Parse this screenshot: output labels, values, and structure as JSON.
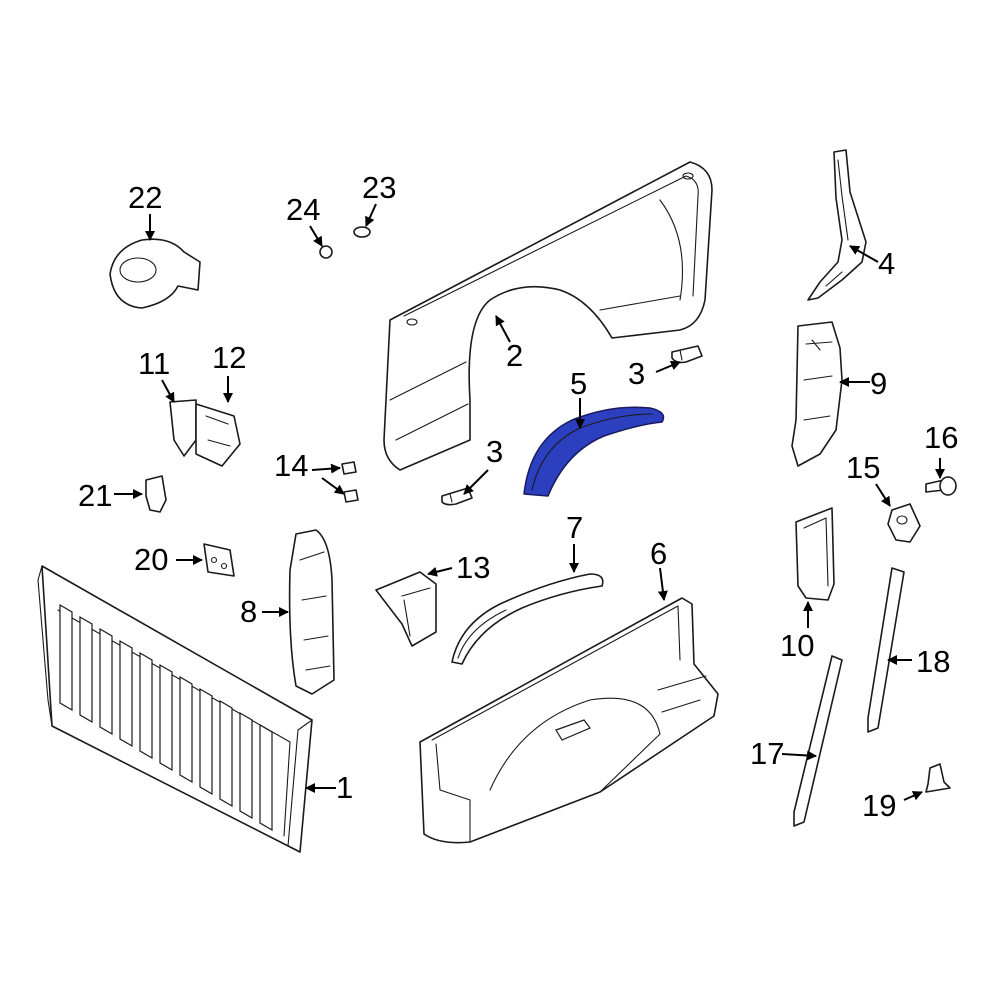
{
  "highlight_color": "#2b3fbf",
  "callouts": {
    "c1": "1",
    "c2": "2",
    "c3a": "3",
    "c3b": "3",
    "c4": "4",
    "c5": "5",
    "c6": "6",
    "c7": "7",
    "c8": "8",
    "c9": "9",
    "c10": "10",
    "c11": "11",
    "c12": "12",
    "c13": "13",
    "c14": "14",
    "c15": "15",
    "c16": "16",
    "c17": "17",
    "c18": "18",
    "c19": "19",
    "c20": "20",
    "c21": "21",
    "c22": "22",
    "c23": "23",
    "c24": "24"
  }
}
